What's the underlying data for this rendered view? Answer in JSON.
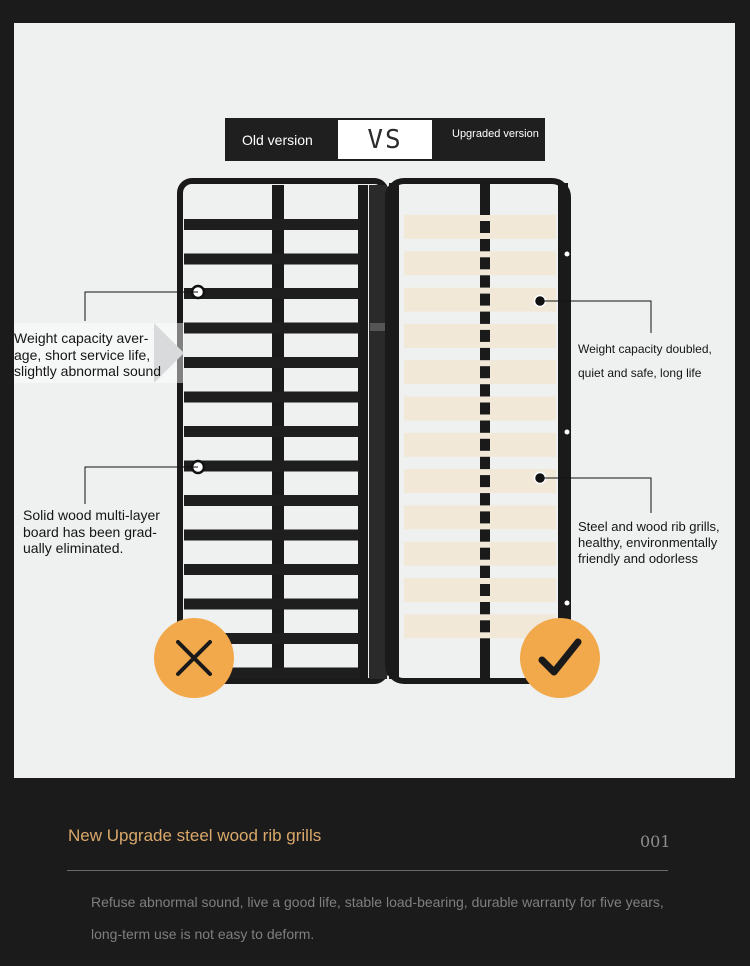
{
  "comparison": {
    "old_label": "Old version",
    "vs_label": "VS",
    "new_label": "Upgraded version"
  },
  "callouts": {
    "left_top": "Weight capacity aver- age, short service life, slightly abnormal sound",
    "left_bottom": "Solid wood multi-layer board has been grad- ually eliminated.",
    "right_top": "Weight capacity doubled, quiet and safe, long life",
    "right_bottom": "Steel and wood rib grills, healthy, environmentally friendly and odorless"
  },
  "badges": {
    "old": "cross-icon",
    "new": "checkmark-icon"
  },
  "colors": {
    "badge": "#f1a94c",
    "footer_title": "#d9a86a",
    "frame": "#1a1a1a",
    "slat_wood": "#f1e8d8"
  },
  "footer": {
    "title": "New Upgrade steel wood rib grills",
    "number": "001",
    "text": "Refuse abnormal sound, live a good life, stable load-bearing, durable warranty for five years, long-term use is not easy to deform."
  }
}
